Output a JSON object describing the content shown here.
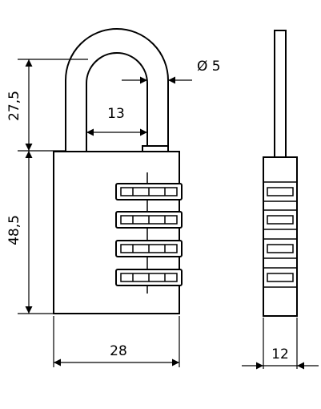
{
  "dimensions": {
    "shackle_height": "27,5",
    "shackle_inner_width": "13",
    "shackle_diameter": "Ø 5",
    "body_height": "48,5",
    "body_width": "28",
    "body_depth": "12"
  },
  "dials": {
    "count": 4
  },
  "colors": {
    "line": "#000000",
    "background": "#ffffff"
  }
}
